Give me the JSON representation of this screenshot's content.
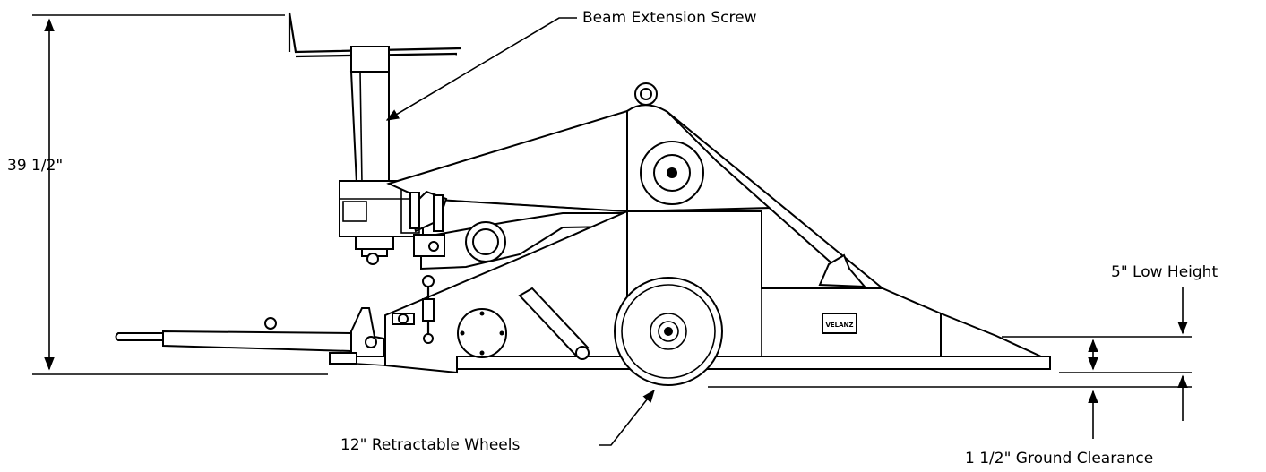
{
  "diagram": {
    "labels": {
      "beam_extension_screw": "Beam Extension Screw",
      "overall_height": "39  1/2\"",
      "low_height": "5\" Low Height",
      "retractable_wheels": "12\" Retractable Wheels",
      "ground_clearance": "1  1/2\" Ground Clearance"
    },
    "nameplate": "VELANZ",
    "colors": {
      "line": "#000000",
      "background": "#ffffff"
    }
  }
}
